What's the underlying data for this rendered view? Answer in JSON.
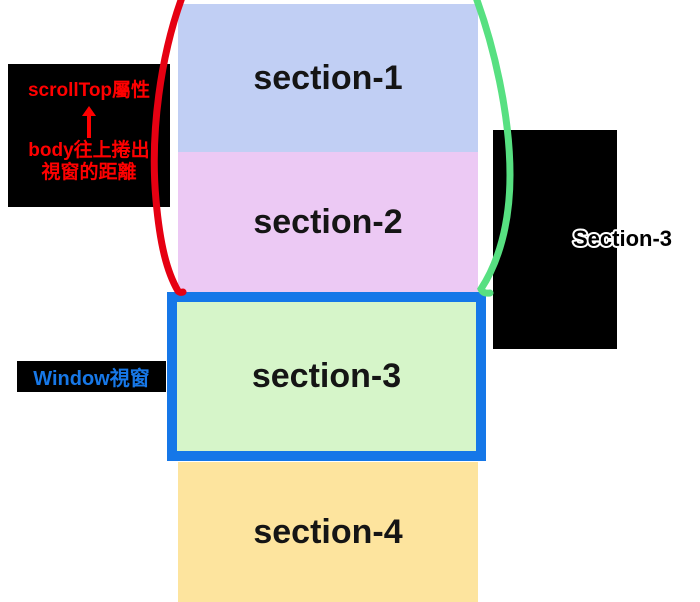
{
  "diagram": {
    "topic": "scrollTop",
    "sections": [
      {
        "label": "section-1",
        "color": "#c1cff4"
      },
      {
        "label": "section-2",
        "color": "#ecc9f4"
      },
      {
        "label": "section-3",
        "color": "#d6f5c9"
      },
      {
        "label": "section-4",
        "color": "#fde49e"
      }
    ],
    "window_box": {
      "border_color": "#1577e8"
    },
    "scrolltop_note": {
      "title": "scrollTop屬性",
      "arrow_icon": "up-arrow",
      "desc_line1": "body往上捲出",
      "desc_line2": "視窗的距離",
      "text_color": "#ff0000"
    },
    "window_note": {
      "label": "Window視窗",
      "text_color": "#1778e8"
    },
    "right_note": {
      "label": "Section-3"
    },
    "curves": {
      "left_color": "#e60012",
      "right_color": "#57e081"
    }
  }
}
